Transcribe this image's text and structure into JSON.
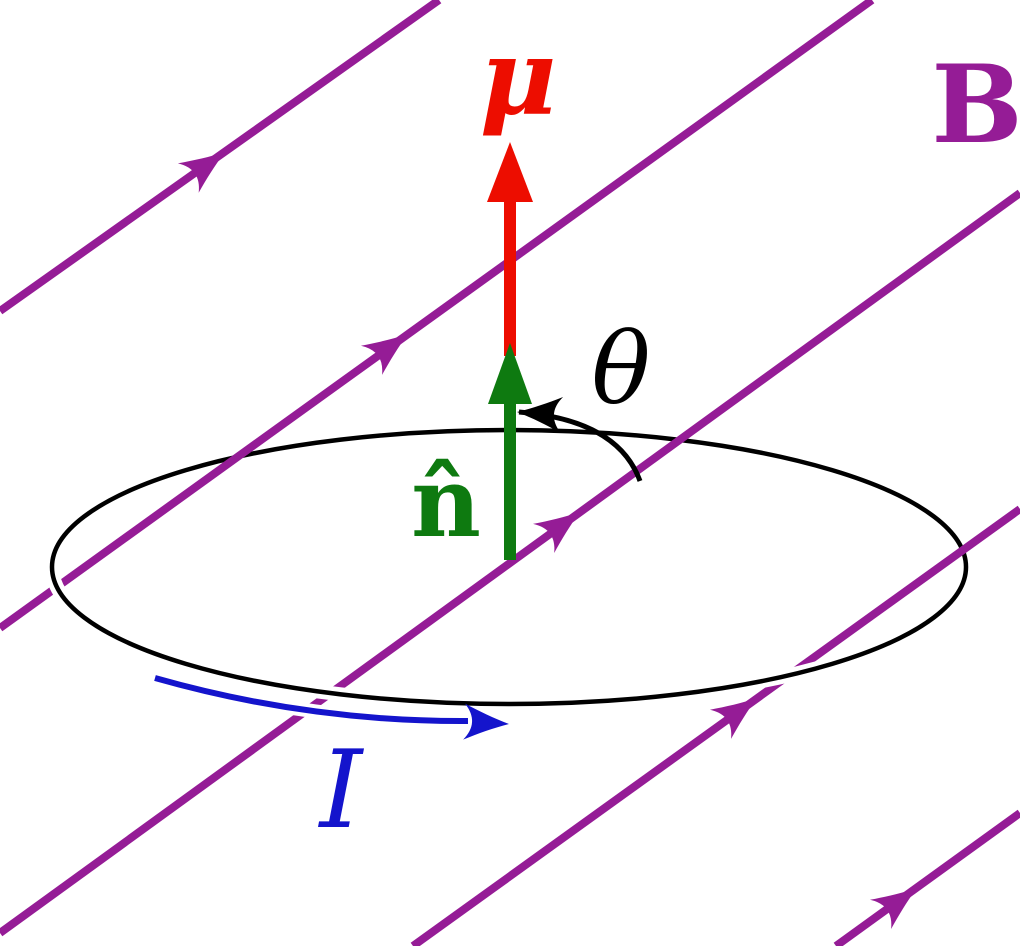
{
  "figure": {
    "description": "Current loop with magnetic moment in a uniform magnetic field",
    "labels": {
      "magnetic_moment": "μ",
      "magnetic_field": "B",
      "angle": "θ",
      "normal_vector": "n̂",
      "current": "I"
    },
    "colors": {
      "background": "#ffffff",
      "field_purple": "#951C96",
      "moment_red": "#ED0D00",
      "normal_green": "#0E7A10",
      "current_blue": "#1414CC",
      "line_black": "#000000"
    }
  }
}
